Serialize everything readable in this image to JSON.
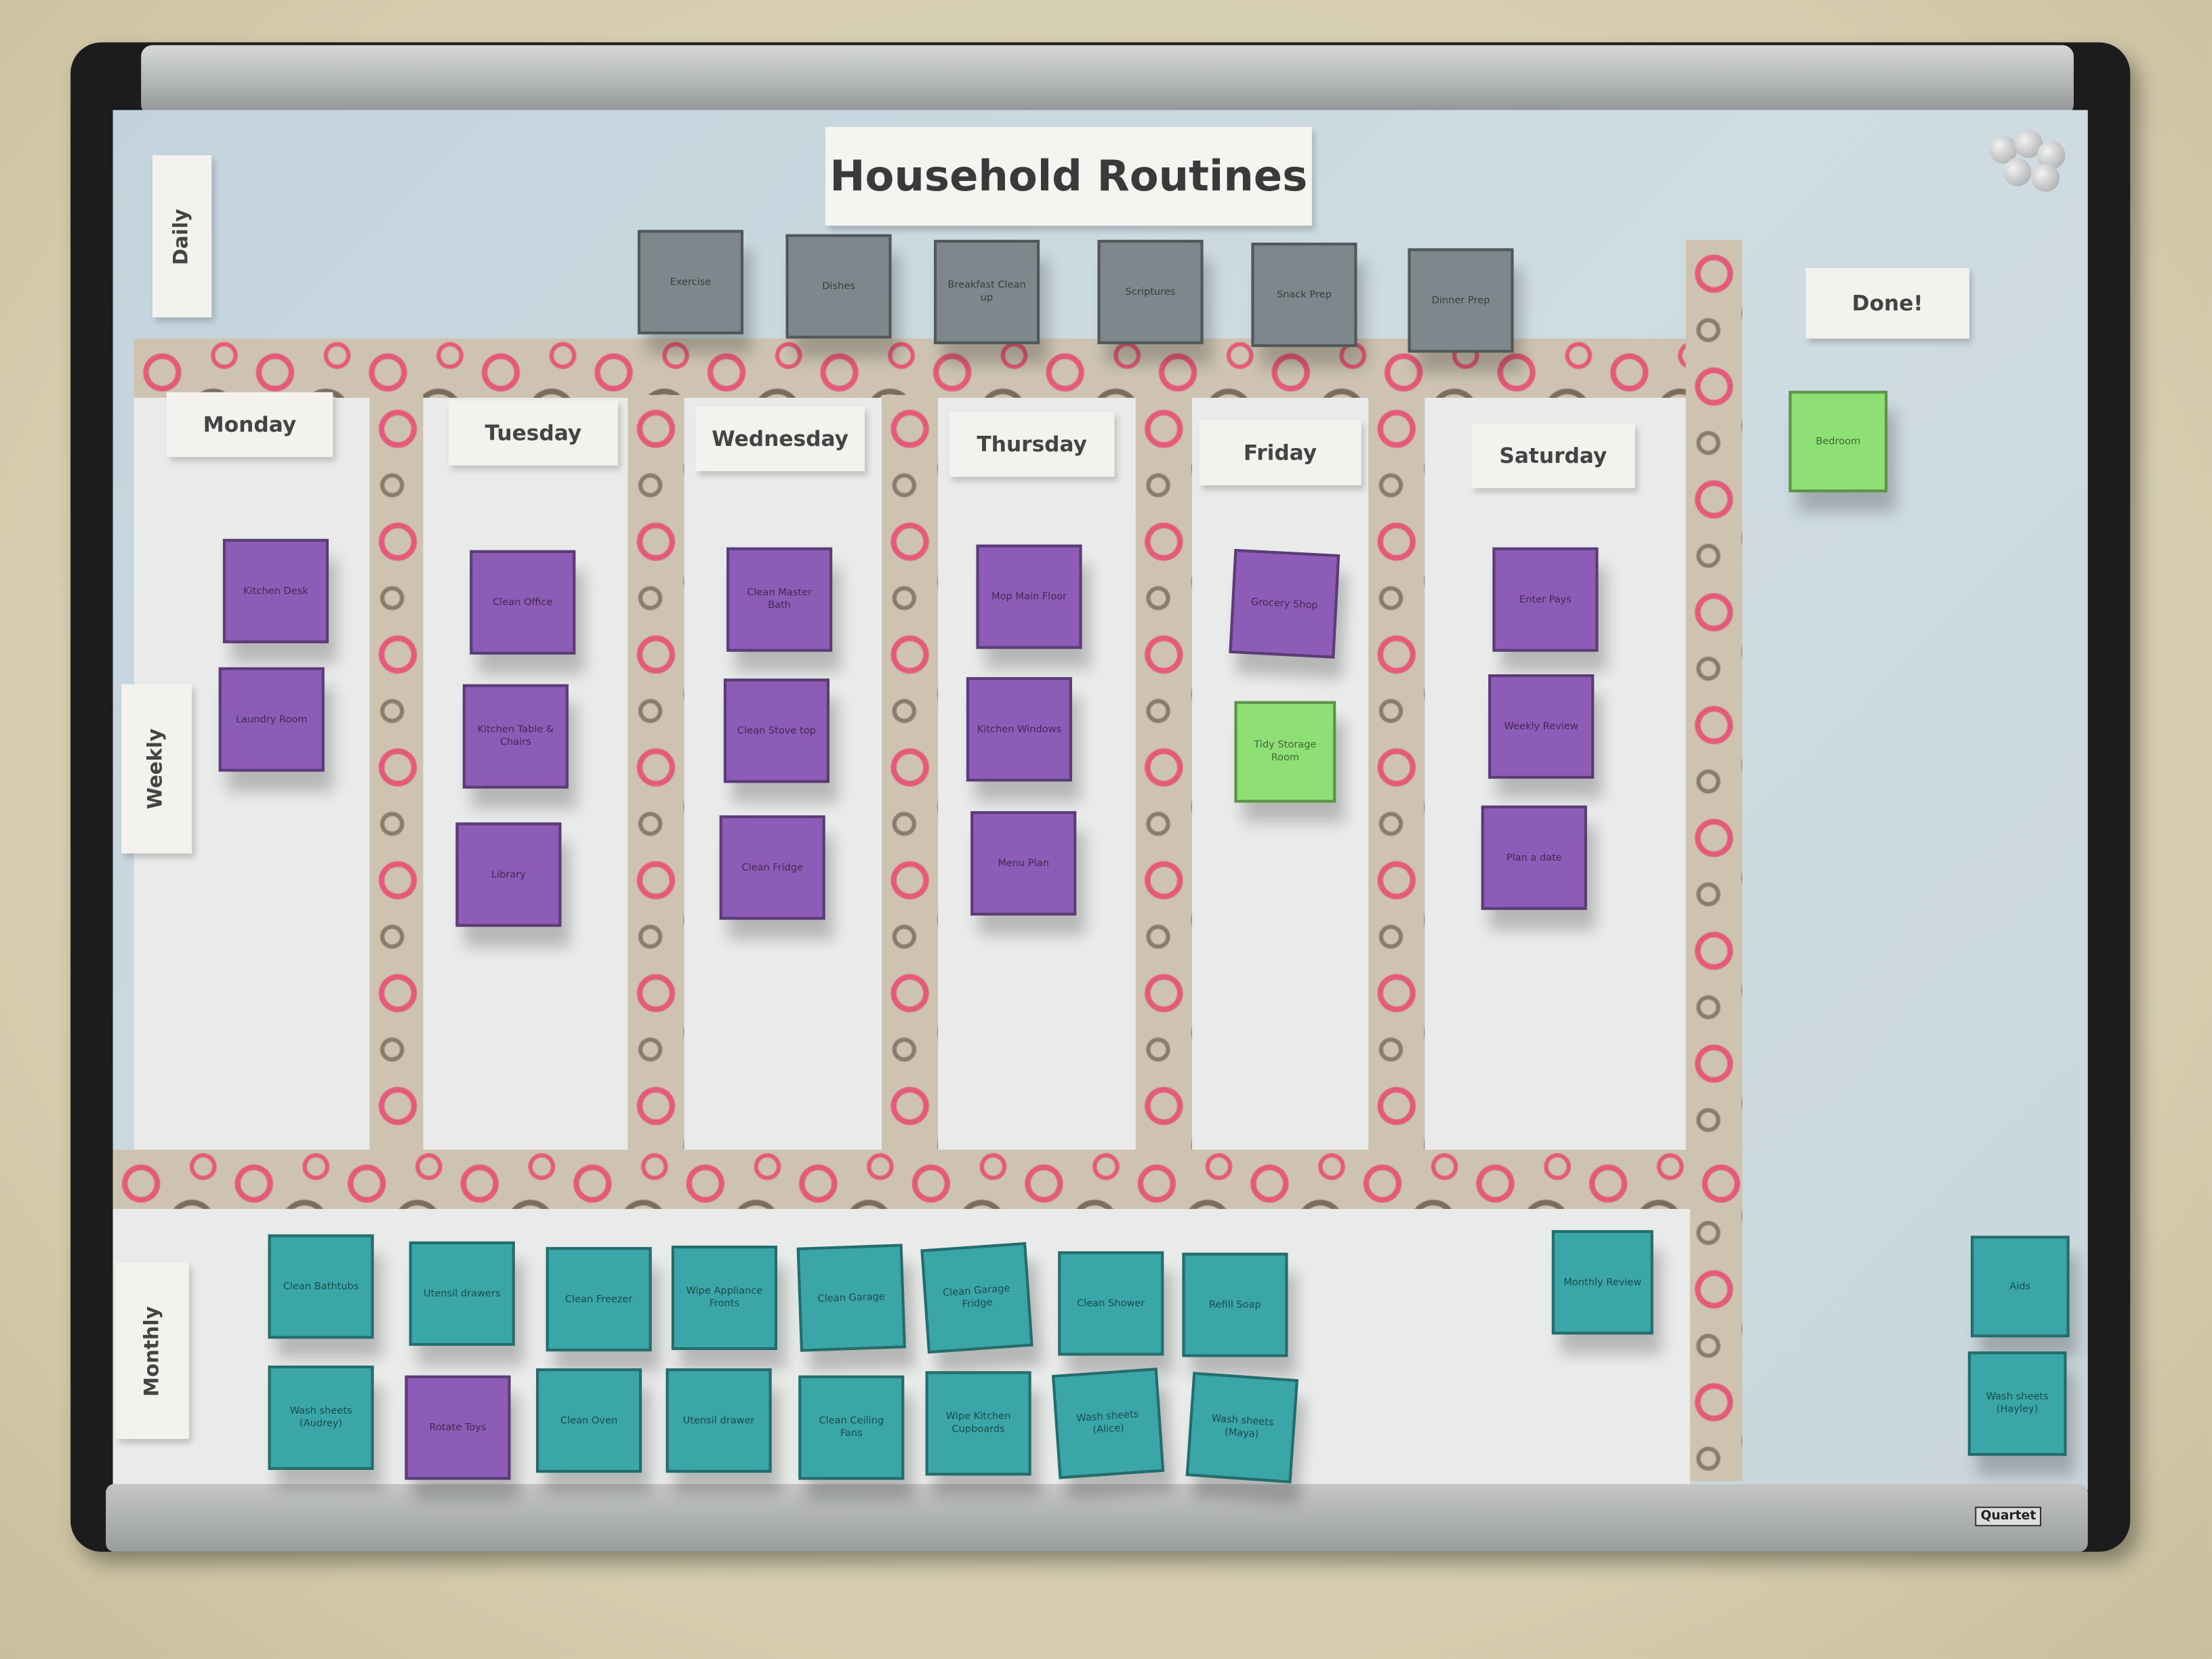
{
  "title": "Household Routines",
  "section_labels": {
    "daily": "Daily",
    "weekly": "Weekly",
    "monthly": "Monthly",
    "done": "Done!"
  },
  "days": [
    "Monday",
    "Tuesday",
    "Wednesday",
    "Thursday",
    "Friday",
    "Saturday"
  ],
  "daily_cards": [
    "Exercise",
    "Dishes",
    "Breakfast Clean up",
    "Scriptures",
    "Snack Prep",
    "Dinner Prep"
  ],
  "weekly_cards": {
    "monday": [
      "Kitchen Desk",
      "Laundry Room"
    ],
    "tuesday": [
      "Clean Office",
      "Kitchen Table & Chairs",
      "Library"
    ],
    "wednesday": [
      "Clean Master Bath",
      "Clean Stove top",
      "Clean Fridge"
    ],
    "thursday": [
      "Mop Main Floor",
      "Kitchen Windows",
      "Menu Plan"
    ],
    "friday": [
      "Grocery Shop",
      "Tidy Storage Room"
    ],
    "saturday": [
      "Enter Pays",
      "Weekly Review",
      "Plan a date"
    ]
  },
  "done_cards": [
    "Bedroom"
  ],
  "monthly_cards": {
    "row1": [
      "Clean Bathtubs",
      "Utensil drawers",
      "Clean Freezer",
      "Wipe Appliance Fronts",
      "Clean Garage",
      "Clean Garage Fridge",
      "Clean Shower",
      "Refill Soap"
    ],
    "row2": [
      "Wash sheets (Audrey)",
      "Rotate Toys",
      "Clean Oven",
      "Utensil drawer",
      "Clean Ceiling Fans",
      "Wipe Kitchen Cupboards",
      "Wash sheets (Alice)",
      "Wash sheets (Maya)"
    ],
    "extra": [
      "Monthly Review"
    ],
    "done": [
      "Aids",
      "Wash sheets (Hayley)"
    ]
  },
  "brand": "Quartet",
  "colors": {
    "daily": "#7d878c",
    "weekly": "#8d5cb6",
    "done": "#8fe074",
    "monthly": "#3aa6a8",
    "ring_pink": "#e35b79",
    "ring_brown": "#7c6c5c"
  }
}
